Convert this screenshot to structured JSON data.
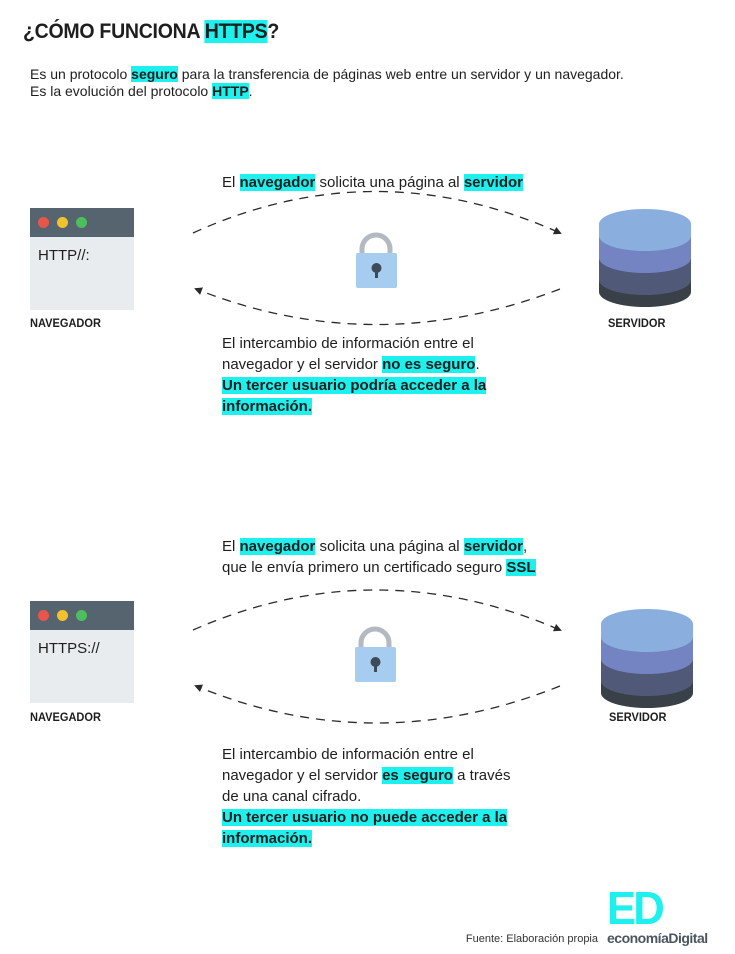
{
  "title": {
    "prefix": "¿CÓMO FUNCIONA ",
    "highlight": "HTTPS",
    "suffix": "?"
  },
  "intro": {
    "line1_a": "Es un protocolo ",
    "line1_hl": "seguro",
    "line1_b": " para la transferencia de páginas web entre un servidor y un navegador.",
    "line2_a": "Es la evolución del protocolo ",
    "line2_hl": "HTTP",
    "line2_b": "."
  },
  "section_http": {
    "request": {
      "a": "El ",
      "hl1": "navegador",
      "b": " solicita una página al ",
      "hl2": "servidor"
    },
    "browser_url": "HTTP//:",
    "browser_label": "NAVEGADOR",
    "server_label": "SERVIDOR",
    "result": {
      "line1": "El intercambio de información entre el",
      "line2_a": "navegador y el servidor ",
      "line2_hl": "no es seguro",
      "line2_b": ".",
      "line3_hl": "Un tercer usuario podría acceder a la",
      "line4_hl": "información."
    }
  },
  "section_https": {
    "request": {
      "a": "El ",
      "hl1": "navegador",
      "b": " solicita una página al ",
      "hl2": "servidor",
      "c": ",",
      "line2_a": "que le envía primero un certificado seguro ",
      "line2_hl": "SSL"
    },
    "browser_url": "HTTPS://",
    "browser_label": "NAVEGADOR",
    "server_label": "SERVIDOR",
    "result": {
      "line1": "El intercambio de información entre el",
      "line2_a": "navegador y el servidor ",
      "line2_hl": "es seguro",
      "line2_b": " a través",
      "line3": "de una canal  cifrado.",
      "line4_hl": "Un tercer usuario no puede acceder a la",
      "line5_hl": "información."
    }
  },
  "footer": {
    "source": "Fuente: Elaboración propia",
    "logo_mark": "ED",
    "logo_name": "economíaDigital"
  },
  "colors": {
    "highlight": "#1ef0ee",
    "browser_bar": "#56646f",
    "browser_body": "#e8ecee",
    "dot_red": "#e8554b",
    "dot_yellow": "#f2c12e",
    "dot_green": "#4cbe5e",
    "server_top": "#8aaedd",
    "server_mid1": "#7484c2",
    "server_mid2": "#505978",
    "server_bottom": "#3a4047",
    "lock_body": "#a6cdf0",
    "lock_shackle": "#b3b9c0"
  },
  "icons": [
    "browser-window-icon",
    "padlock-icon",
    "database-server-icon",
    "dashed-arrow-icon"
  ]
}
